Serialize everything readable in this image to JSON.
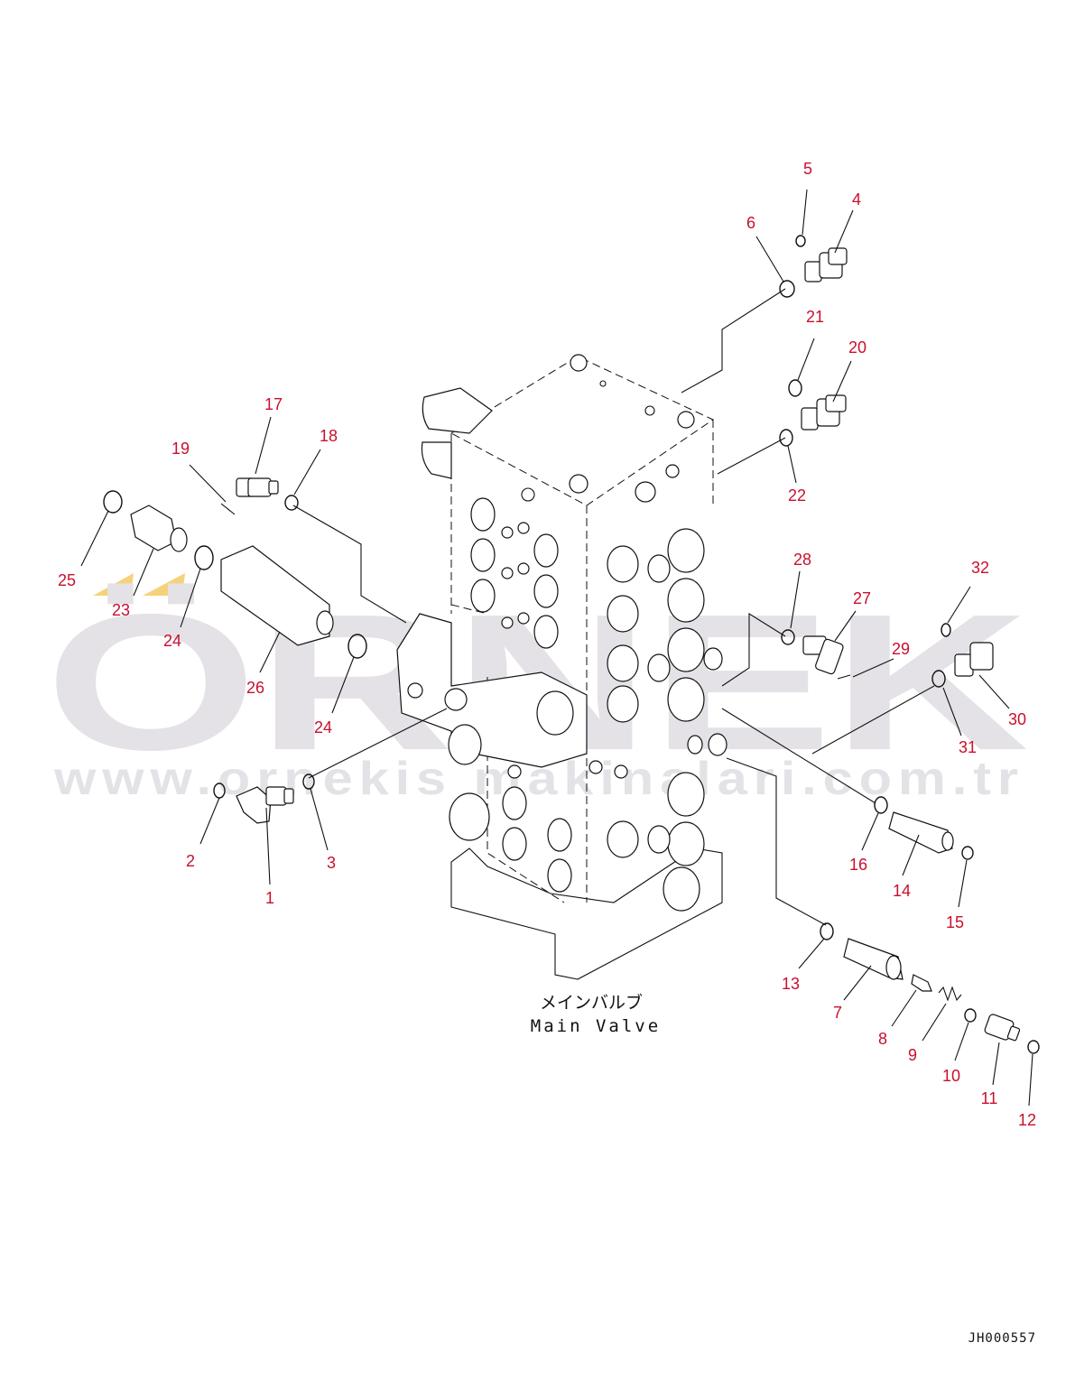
{
  "watermark": {
    "brand": "ÖRNEK",
    "url": "www.ornekis makinalari.com.tr",
    "accent_color": "#f5d27a",
    "text_color": "#e4e2e6"
  },
  "caption": {
    "japanese": "メインバルブ",
    "english": "Main Valve"
  },
  "drawing_code": "JH000557",
  "callout_color": "#c8102e",
  "callouts": [
    {
      "n": "1"
    },
    {
      "n": "2"
    },
    {
      "n": "3"
    },
    {
      "n": "4"
    },
    {
      "n": "5"
    },
    {
      "n": "6"
    },
    {
      "n": "7"
    },
    {
      "n": "8"
    },
    {
      "n": "9"
    },
    {
      "n": "10"
    },
    {
      "n": "11"
    },
    {
      "n": "12"
    },
    {
      "n": "13"
    },
    {
      "n": "14"
    },
    {
      "n": "15"
    },
    {
      "n": "16"
    },
    {
      "n": "17"
    },
    {
      "n": "18"
    },
    {
      "n": "19"
    },
    {
      "n": "20"
    },
    {
      "n": "21"
    },
    {
      "n": "22"
    },
    {
      "n": "23"
    },
    {
      "n": "24"
    },
    {
      "n": "24"
    },
    {
      "n": "25"
    },
    {
      "n": "26"
    },
    {
      "n": "27"
    },
    {
      "n": "28"
    },
    {
      "n": "29"
    },
    {
      "n": "30"
    },
    {
      "n": "31"
    },
    {
      "n": "32"
    }
  ]
}
